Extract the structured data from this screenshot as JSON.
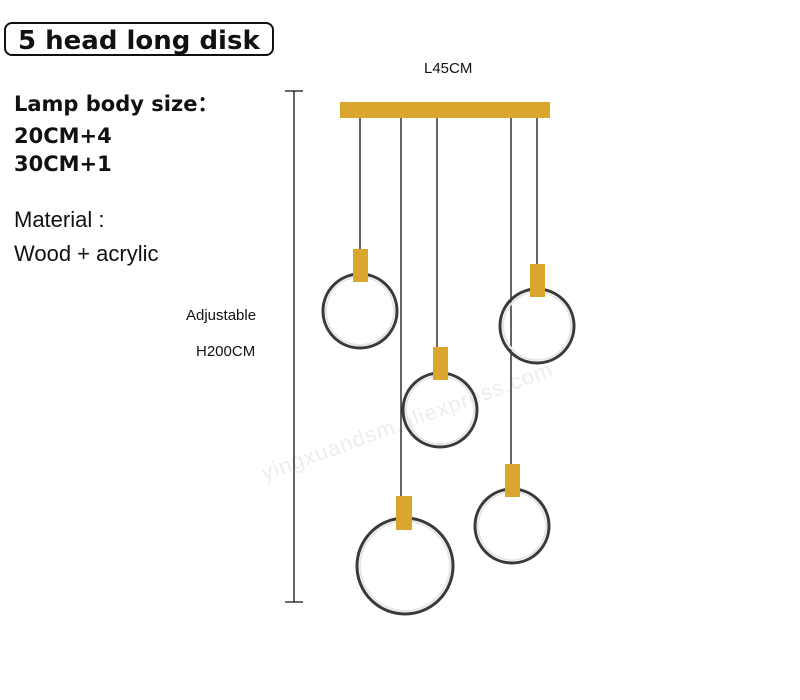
{
  "title": "5 head long disk",
  "specs": {
    "body_size_label": "Lamp body size：",
    "size_line_1": "20CM+4",
    "size_line_2": "30CM+1",
    "material_label": "Material :",
    "material_value": "Wood + acrylic"
  },
  "dimensions": {
    "length": "L45CM",
    "height_line_1": "Adjustable",
    "height_line_2": "H200CM"
  },
  "watermark": "yingxuandsm.aliexpress.com",
  "colors": {
    "wood": "#D9A62E",
    "ring": "#3a3a3a",
    "ring_inner": "#e6e6e6",
    "wire": "#222222"
  }
}
